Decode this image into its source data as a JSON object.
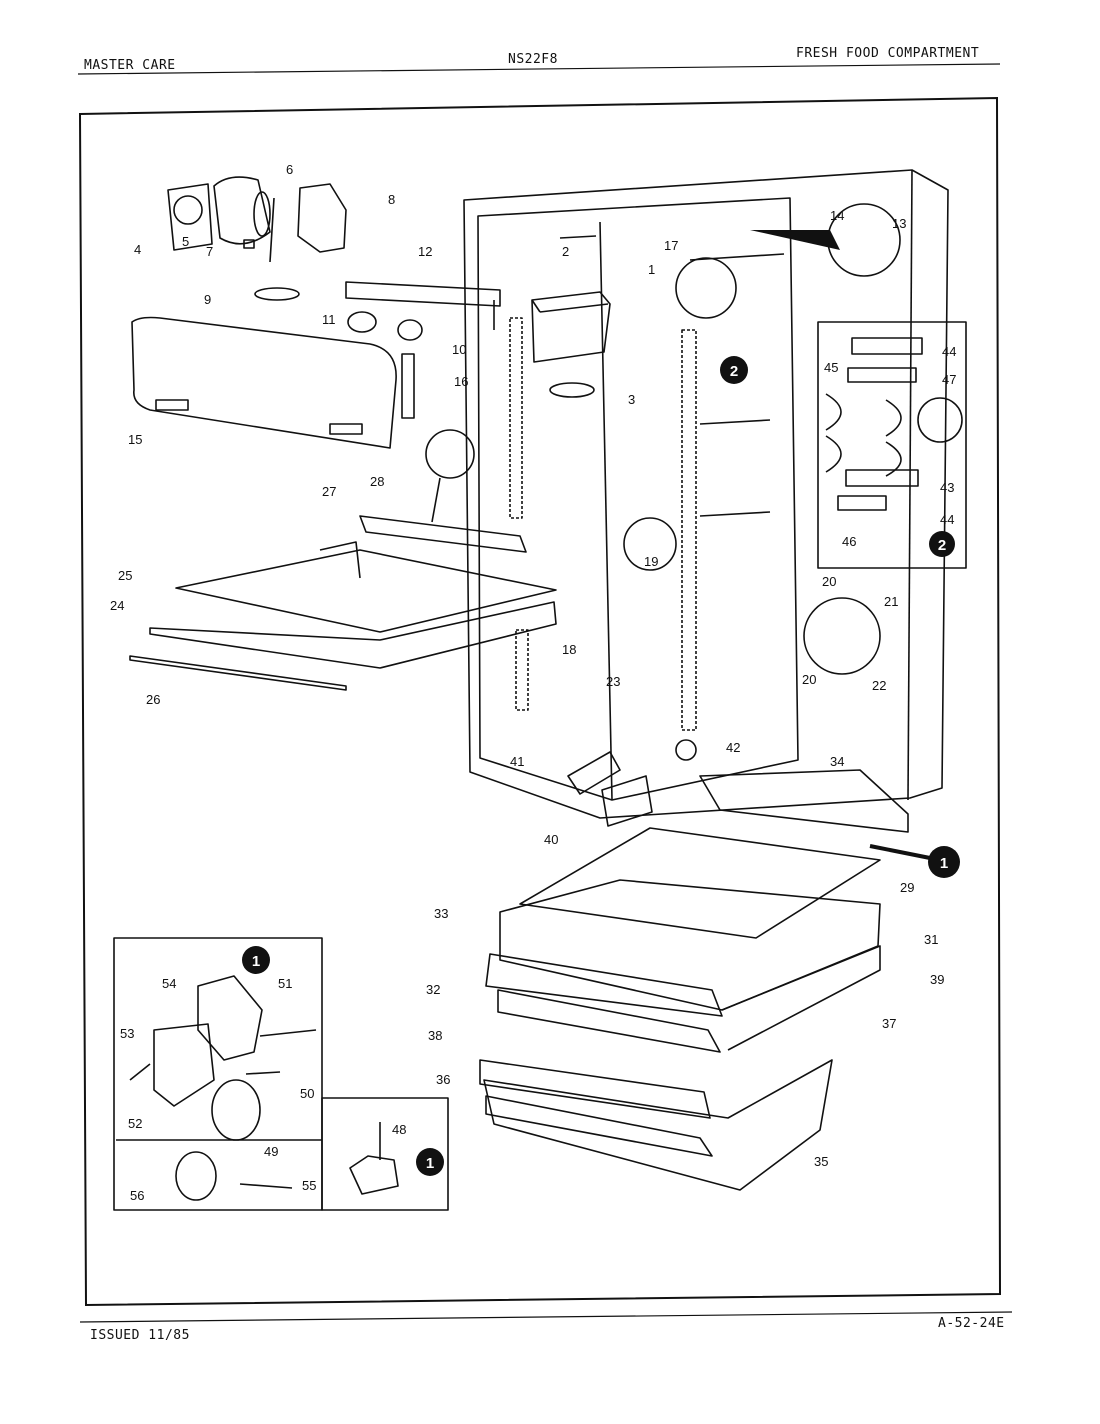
{
  "header": {
    "brand": "MASTER CARE",
    "model": "NS22F8",
    "section": "FRESH FOOD COMPARTMENT"
  },
  "footer": {
    "issued": "ISSUED 11/85",
    "code": "A-52-24E"
  },
  "callouts": {
    "c1": "1",
    "c2": "2",
    "c3": "3",
    "c4": "4",
    "c5": "5",
    "c6": "6",
    "c7": "7",
    "c8": "8",
    "c9": "9",
    "c10": "10",
    "c11": "11",
    "c12": "12",
    "c13": "13",
    "c14": "14",
    "c15": "15",
    "c16": "16",
    "c17": "17",
    "c18": "18",
    "c19": "19",
    "c20a": "20",
    "c20b": "20",
    "c21": "21",
    "c22": "22",
    "c23": "23",
    "c24": "24",
    "c25": "25",
    "c26": "26",
    "c27": "27",
    "c28": "28",
    "c29": "29",
    "c31": "31",
    "c32": "32",
    "c33": "33",
    "c34": "34",
    "c35": "35",
    "c36": "36",
    "c37": "37",
    "c38": "38",
    "c39": "39",
    "c40": "40",
    "c41": "41",
    "c42": "42",
    "c43": "43",
    "c44a": "44",
    "c44b": "44",
    "c45": "45",
    "c46": "46",
    "c47": "47",
    "c48": "48",
    "c49": "49",
    "c50": "50",
    "c51": "51",
    "c52": "52",
    "c53": "53",
    "c54": "54",
    "c55": "55",
    "c56": "56"
  },
  "badges": {
    "b1_main": "1",
    "b1_inset": "1",
    "b1_small": "1",
    "b2_main": "2",
    "b2_inset": "2"
  }
}
